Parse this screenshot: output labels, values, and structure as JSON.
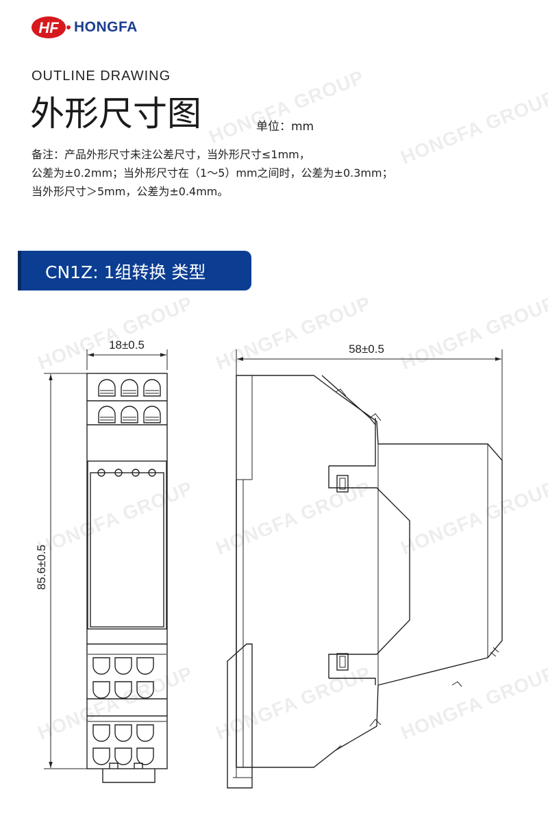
{
  "brand": {
    "name": "HONGFA",
    "mark": "HF"
  },
  "header": {
    "subtitle": "OUTLINE DRAWING",
    "title": "外形尺寸图",
    "unit": "单位：mm"
  },
  "notes": [
    "备注：产品外形尺寸未注公差尺寸，当外形尺寸≤1mm，",
    "公差为±0.2mm；当外形尺寸在（1～5）mm之间时，公差为±0.3mm；",
    "当外形尺寸＞5mm，公差为±0.4mm。"
  ],
  "banner": {
    "label": "CN1Z: 1组转换 类型",
    "color": "#0b3d92"
  },
  "dimensions": {
    "width": "18±0.5",
    "height": "85.6±0.5",
    "depth": "58±0.5"
  },
  "watermark": "HONGFA GROUP"
}
